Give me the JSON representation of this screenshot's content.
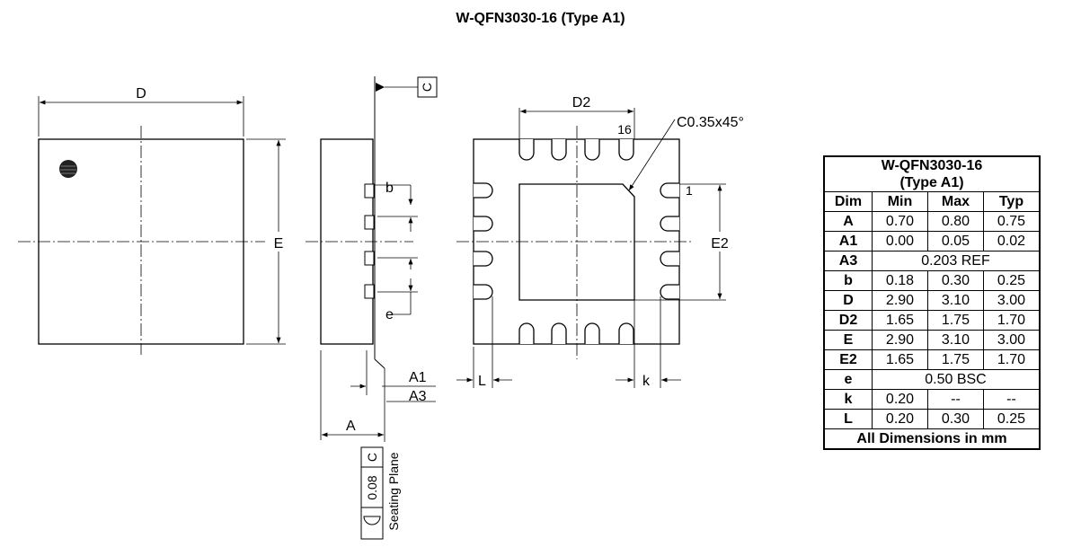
{
  "page": {
    "title": "W-QFN3030-16 (Type A1)"
  },
  "top_view": {
    "width_label": "D",
    "height_label": "E"
  },
  "side_view": {
    "datum_label": "C",
    "b_label": "b",
    "e_label": "e",
    "a1_label": "A1",
    "a3_label": "A3",
    "a_label": "A",
    "flatness_value": "0.08",
    "flatness_datum": "C",
    "seating_plane_label": "Seating Plane"
  },
  "bottom_view": {
    "d2_label": "D2",
    "e2_label": "E2",
    "chamfer_label": "C0.35x45°",
    "pin16_label": "16",
    "pin1_label": "1",
    "l_label": "L",
    "k_label": "k"
  },
  "dimension_table": {
    "title_line1": "W-QFN3030-16",
    "title_line2": "(Type A1)",
    "headers": [
      "Dim",
      "Min",
      "Max",
      "Typ"
    ],
    "rows": [
      {
        "dim": "A",
        "min": "0.70",
        "max": "0.80",
        "typ": "0.75"
      },
      {
        "dim": "A1",
        "min": "0.00",
        "max": "0.05",
        "typ": "0.02"
      },
      {
        "dim": "A3",
        "span": "0.203 REF"
      },
      {
        "dim": "b",
        "min": "0.18",
        "max": "0.30",
        "typ": "0.25"
      },
      {
        "dim": "D",
        "min": "2.90",
        "max": "3.10",
        "typ": "3.00"
      },
      {
        "dim": "D2",
        "min": "1.65",
        "max": "1.75",
        "typ": "1.70"
      },
      {
        "dim": "E",
        "min": "2.90",
        "max": "3.10",
        "typ": "3.00"
      },
      {
        "dim": "E2",
        "min": "1.65",
        "max": "1.75",
        "typ": "1.70"
      },
      {
        "dim": "e",
        "span": "0.50 BSC"
      },
      {
        "dim": "k",
        "min": "0.20",
        "max": "--",
        "typ": "--"
      },
      {
        "dim": "L",
        "min": "0.20",
        "max": "0.30",
        "typ": "0.25"
      }
    ],
    "footer": "All Dimensions in mm"
  }
}
